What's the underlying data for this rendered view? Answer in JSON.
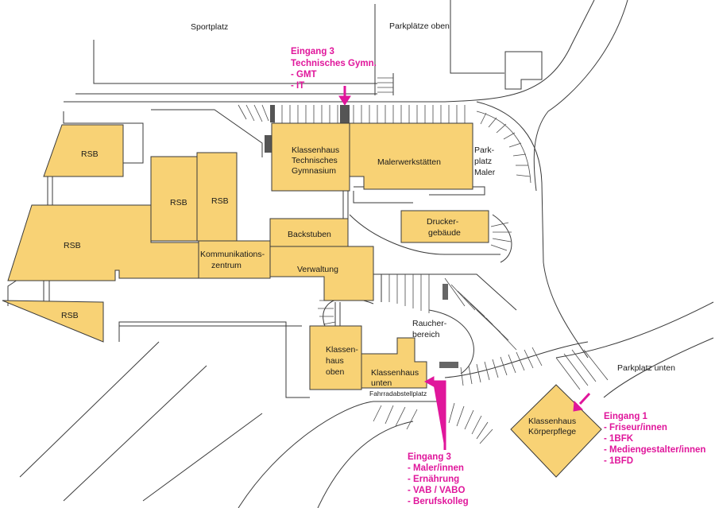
{
  "areas": {
    "sportplatz": "Sportplatz",
    "parkplaetze_oben": "Parkplätze oben",
    "parkplatz_maler": [
      "Park-",
      "platz",
      "Maler"
    ],
    "parkplatz_unten": "Parkplatz unten",
    "raucherbereich": [
      "Raucher-",
      "bereich"
    ],
    "fahrradabstellplatz": "Fahrradabstellplatz"
  },
  "buildings": {
    "rsb_1": "RSB",
    "rsb_2": "RSB",
    "rsb_3": "RSB",
    "rsb_4": "RSB",
    "rsb_5": "RSB",
    "klassenhaus_tg": [
      "Klassenhaus",
      "Technisches",
      "Gymnasium"
    ],
    "malerwerkstaetten": "Malerwerkstätten",
    "druckergebaeude": [
      "Drucker-",
      "gebäude"
    ],
    "backstuben": "Backstuben",
    "kommunikationszentrum": [
      "Kommunikations-",
      "zentrum"
    ],
    "verwaltung": "Verwaltung",
    "klassenhaus_oben": [
      "Klassen-",
      "haus",
      "oben"
    ],
    "klassenhaus_unten": [
      "Klassenhaus",
      "unten"
    ],
    "klassenhaus_koerperpflege": [
      "Klassenhaus",
      "Körperpflege"
    ]
  },
  "entrances": {
    "top": [
      "Eingang 3",
      "Technisches Gymn.",
      "- GMT",
      "- IT"
    ],
    "bottom": [
      "Eingang 3",
      "- Maler/innen",
      "- Ernährung",
      "- VAB / VABO",
      "- Berufskolleg"
    ],
    "right": [
      "Eingang 1",
      "- Friseur/innen",
      "- 1BFK",
      "- Mediengestalter/innen",
      "- 1BFD"
    ]
  },
  "colors": {
    "building_fill": "#f8d275",
    "entrance_magenta": "#e0169b",
    "line": "#3a3a3a"
  }
}
